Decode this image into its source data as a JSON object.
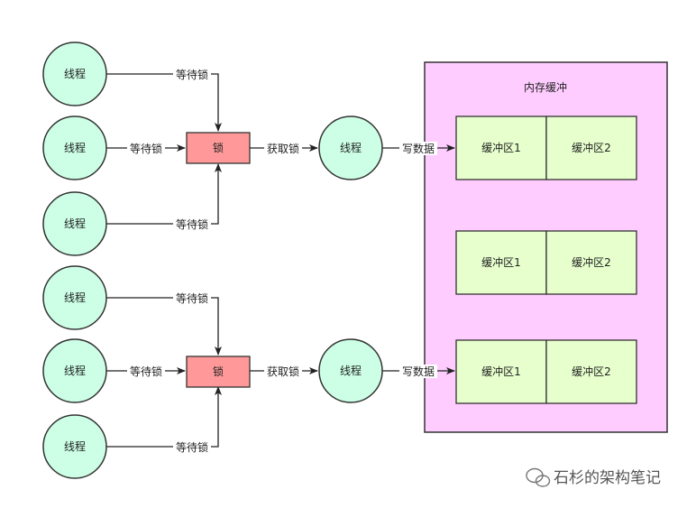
{
  "thread_label": "线程",
  "lock_label": "锁",
  "wait_lock": "等待锁",
  "acquire_lock": "获取锁",
  "write_data": "写数据",
  "memory_buffer": {
    "title": "内存缓冲",
    "rows": [
      {
        "left": "缓冲区1",
        "right": "缓冲区2"
      },
      {
        "left": "缓冲区1",
        "right": "缓冲区2"
      },
      {
        "left": "缓冲区1",
        "right": "缓冲区2"
      }
    ]
  },
  "watermark": "石杉的架构笔记",
  "colors": {
    "thread_fill": "#ccffe6",
    "lock_fill": "#ff9999",
    "memory_fill": "#ffccff",
    "buffer_fill": "#e6ffcc",
    "stroke": "#333333"
  }
}
